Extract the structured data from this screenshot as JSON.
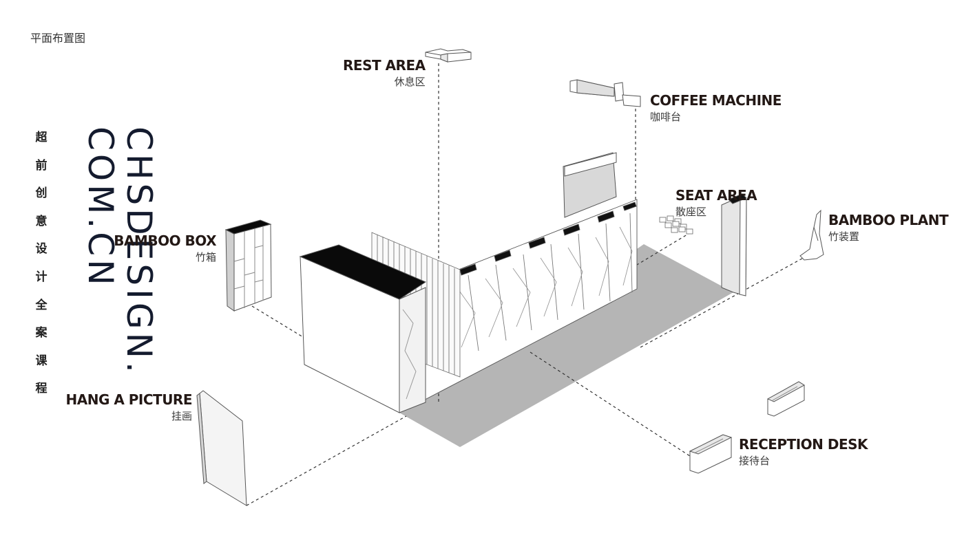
{
  "page_title": "平面布置图",
  "brand": {
    "vertical_cn": "超前创意设计全案课程",
    "vertical_en_line1": "CHSDESIGN.",
    "vertical_en_line2": "COM.CN"
  },
  "labels": {
    "rest_area": {
      "en": "REST AREA",
      "cn": "休息区"
    },
    "coffee_machine": {
      "en": "COFFEE MACHINE",
      "cn": "咖啡台"
    },
    "seat_area": {
      "en": "SEAT AREA",
      "cn": "散座区"
    },
    "bamboo_plant": {
      "en": "BAMBOO PLANT",
      "cn": "竹装置"
    },
    "bamboo_box": {
      "en": "BAMBOO BOX",
      "cn": "竹箱"
    },
    "hang_picture": {
      "en": "HANG A PICTURE",
      "cn": "挂画"
    },
    "reception_desk": {
      "en": "RECEPTION DESK",
      "cn": "接待台"
    }
  },
  "colors": {
    "floor": "#b5b5b5",
    "wall_fill": "#ffffff",
    "wall_stroke": "#555555",
    "dark_top": "#0a0a0a",
    "text": "#231815"
  }
}
